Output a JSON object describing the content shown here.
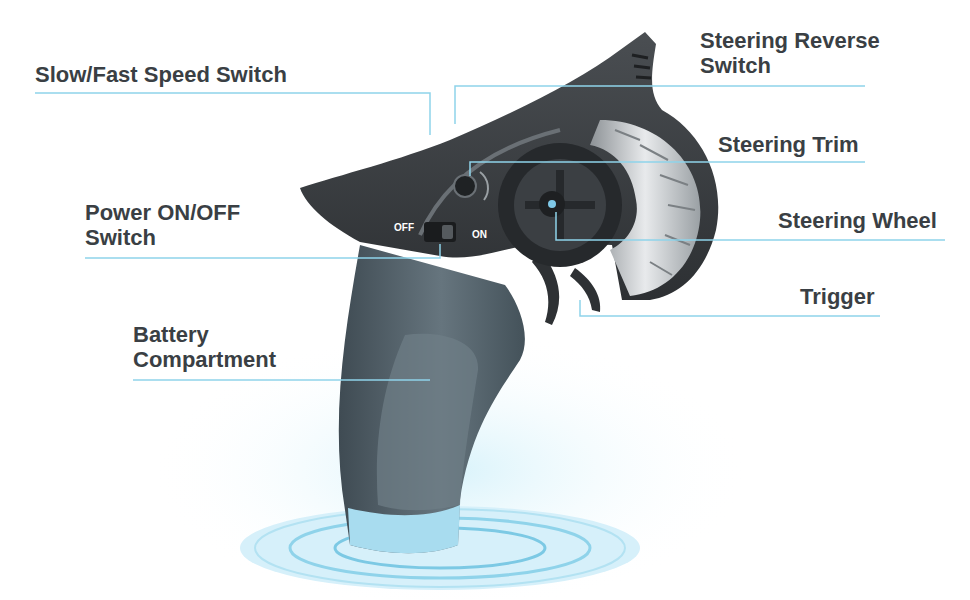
{
  "diagram": {
    "labels": [
      "Slow/Fast Speed Switch",
      "Steering Reverse Switch",
      "Steering Trim",
      "Power ON/OFF Switch",
      "Steering Wheel",
      "Trigger",
      "Battery Compartment",
      "OFF",
      "ON"
    ]
  }
}
